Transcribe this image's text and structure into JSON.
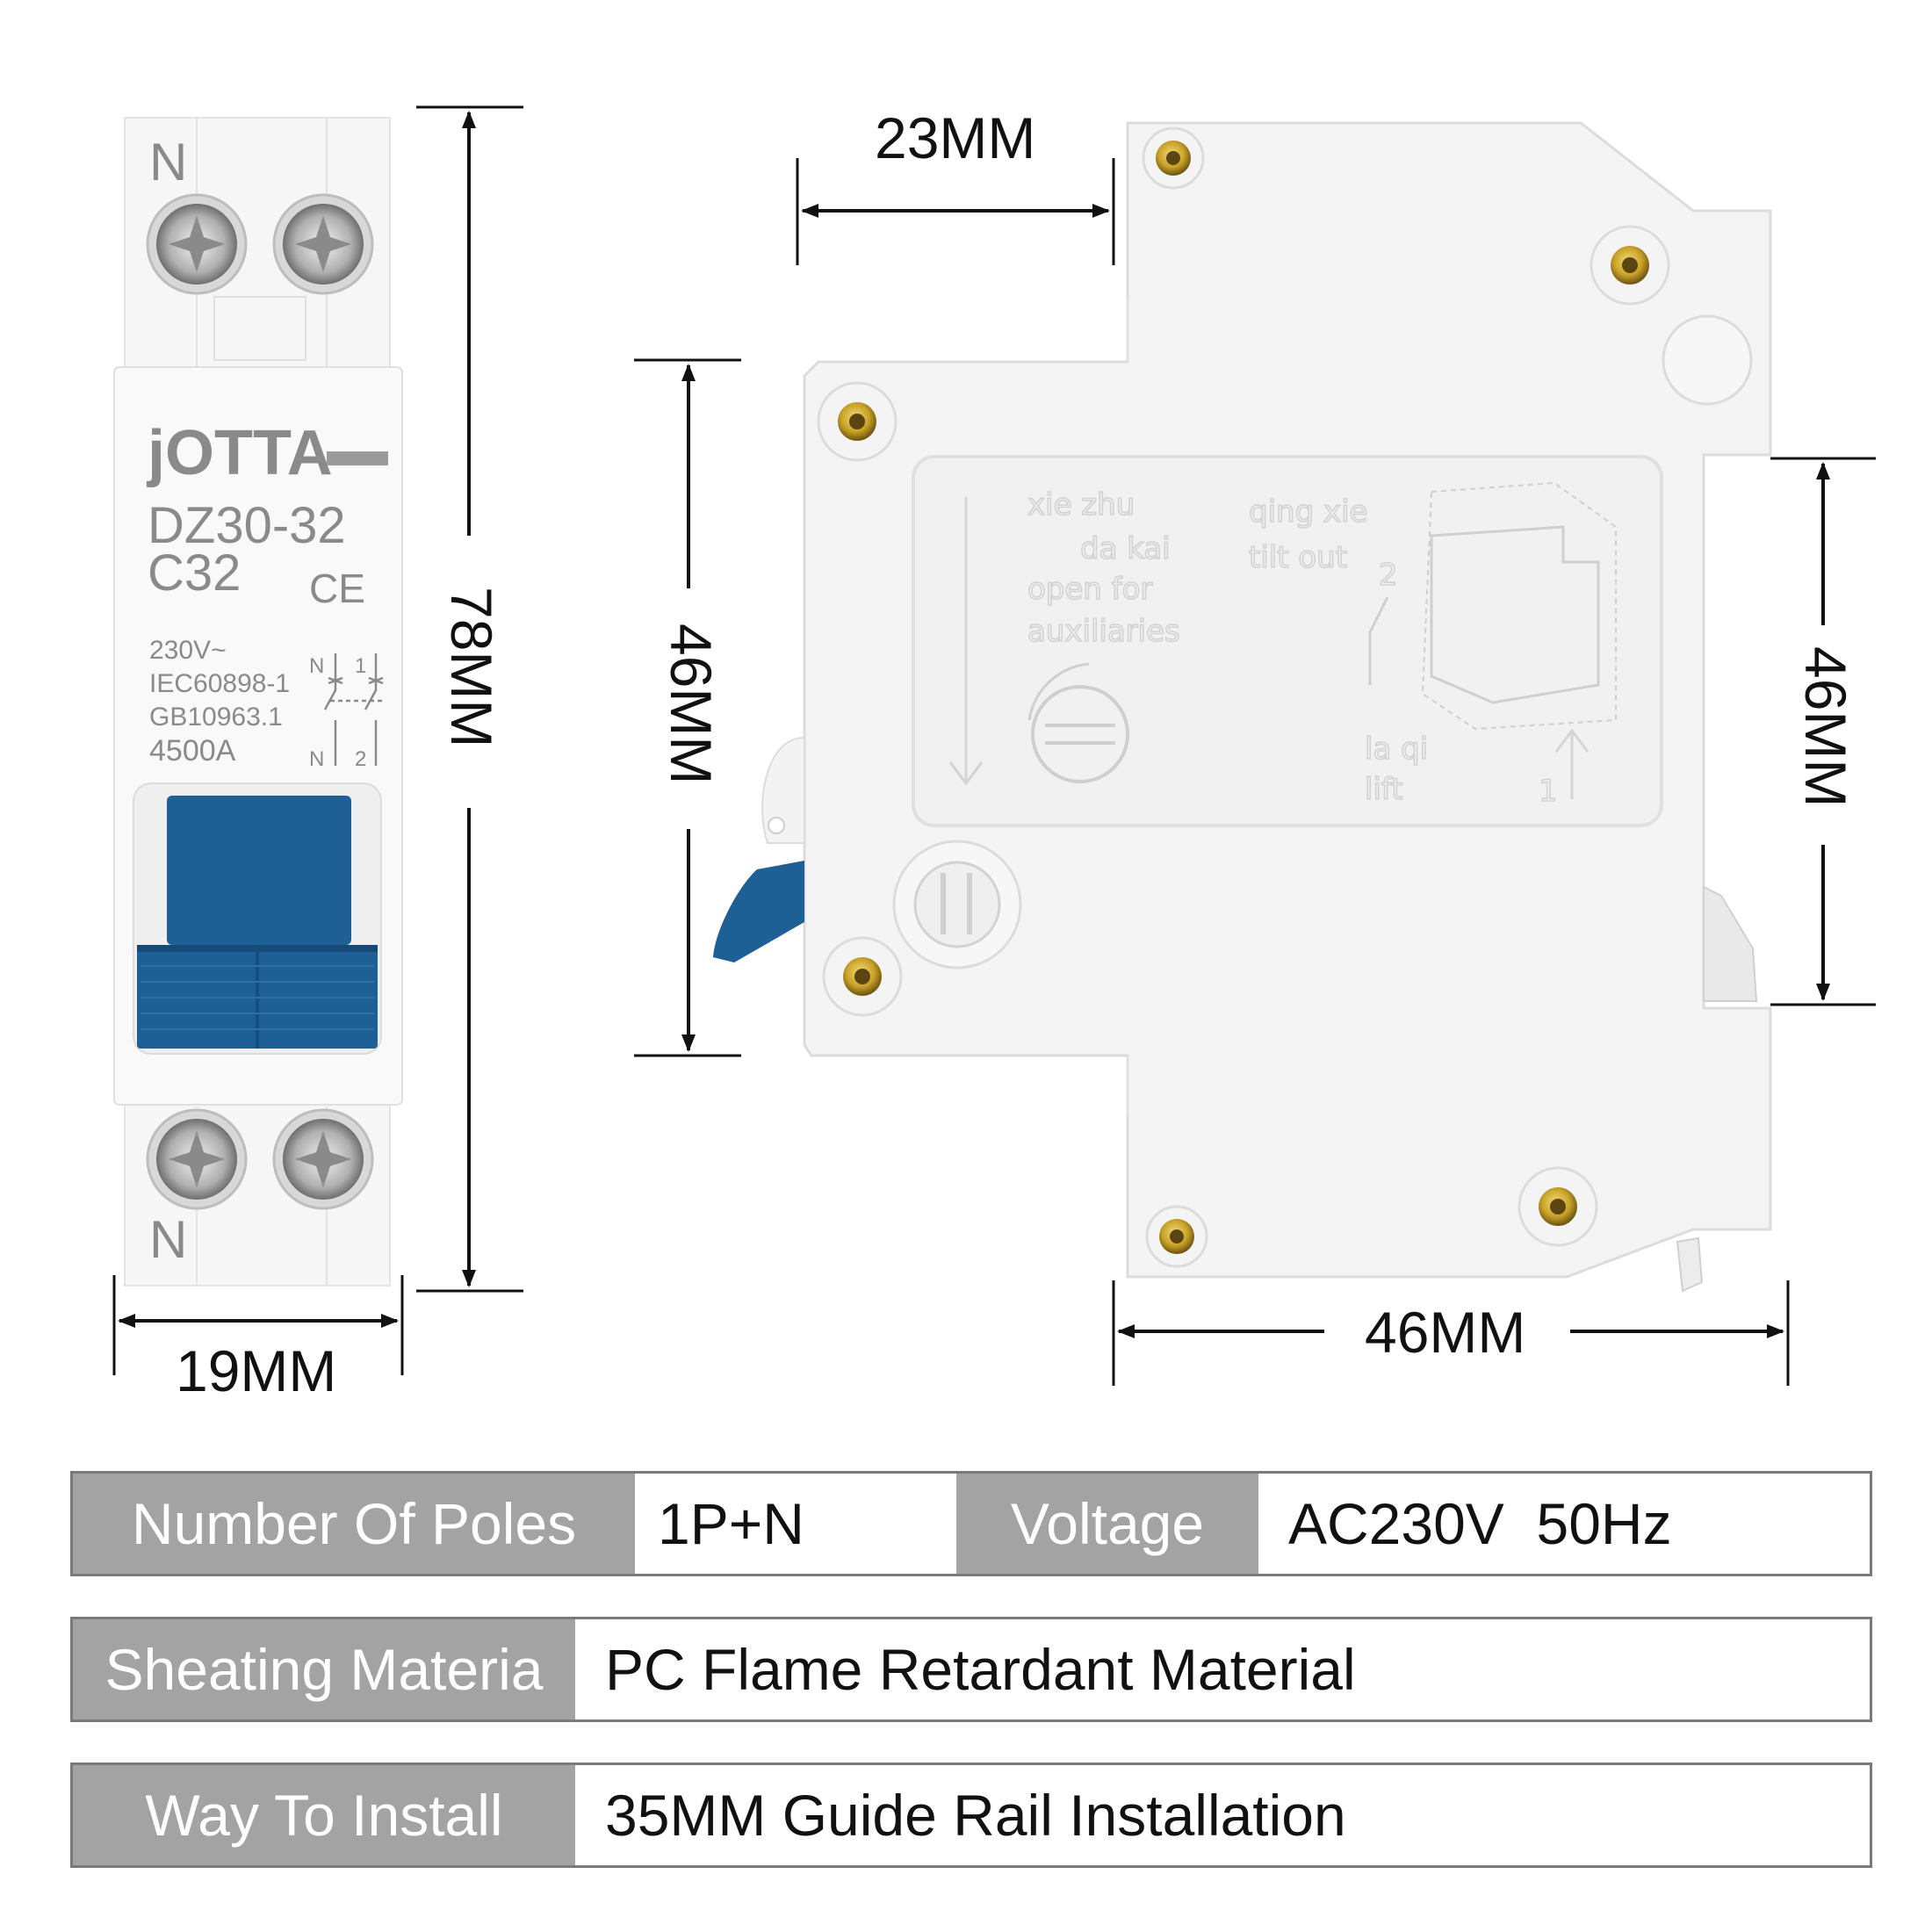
{
  "front": {
    "pole_top": "N",
    "pole_bottom": "N",
    "brand": "jOTTA",
    "model": "DZ30-32",
    "rating": "C32",
    "ce_mark": "CE",
    "voltage": "230V~",
    "standard_1": "IEC60898-1",
    "standard_2": "GB10963.1",
    "breaking_capacity": "4500A",
    "schematic": {
      "top_left": "N",
      "top_right": "1",
      "bottom_left": "N",
      "bottom_right": "2"
    }
  },
  "dimensions": {
    "front_width": "19MM",
    "front_height": "78MM",
    "side_top_width": "23MM",
    "side_middle_height": "46MM",
    "side_right_height": "46MM",
    "side_bottom_width": "46MM"
  },
  "side_label": {
    "line_1": "xie  zhu",
    "line_2": "da  kai",
    "line_3": "open  for",
    "line_4": "auxiliaries",
    "line_5": "qing  xie",
    "line_6": "tilt  out",
    "num_2": "2",
    "line_7": "la    qi",
    "line_8": "lift",
    "num_1": "1"
  },
  "specs": [
    {
      "label": "Number Of Poles",
      "value": "1P+N",
      "label2": "Voltage",
      "value2": "AC230V  50Hz"
    },
    {
      "label": "Sheating Materia",
      "value": "PC Flame Retardant Material"
    },
    {
      "label": "Way To Install",
      "value": "35MM Guide Rail Installation"
    }
  ],
  "colors": {
    "handle_blue": "#1e5f95",
    "label_gray": "#a3a3a3",
    "body_white": "#f4f4f4",
    "screw_brass": "#c9a227"
  }
}
